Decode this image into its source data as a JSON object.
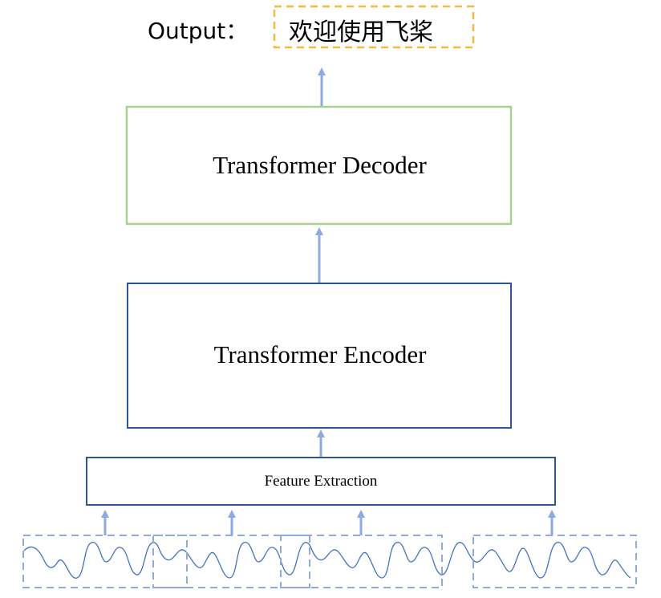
{
  "output": {
    "label": "Output：",
    "text": "欢迎使用飞桨"
  },
  "blocks": {
    "decoder": "Transformer Decoder",
    "encoder": "Transformer Encoder",
    "feature_extraction": "Feature Extraction"
  },
  "colors": {
    "decoder_border": "#a9d18e",
    "encoder_border": "#2f5597",
    "arrow": "#8faadc",
    "output_border": "#f4b942",
    "frame_border": "#8faadc",
    "waveform": "#4472c4"
  },
  "audio_frames_count": 4
}
